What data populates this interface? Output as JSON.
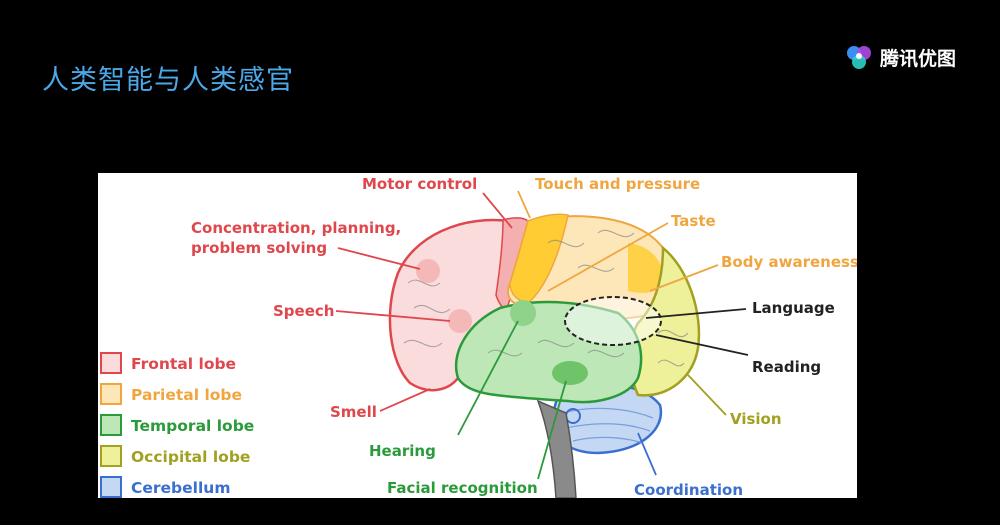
{
  "slide": {
    "title": "人类智能与人类感官",
    "brand": "腾讯优图"
  },
  "diagram": {
    "labels": {
      "motor_control": "Motor control",
      "touch": "Touch and pressure",
      "taste": "Taste",
      "body_awareness": "Body awareness",
      "concentration_line1": "Concentration, planning,",
      "concentration_line2": "problem solving",
      "speech": "Speech",
      "language": "Language",
      "reading": "Reading",
      "smell": "Smell",
      "vision": "Vision",
      "hearing": "Hearing",
      "facial_recognition": "Facial recognition",
      "coordination": "Coordination"
    },
    "legend": [
      {
        "label": "Frontal lobe",
        "color": "#e0474c",
        "fill": "#fbdcdc"
      },
      {
        "label": "Parietal lobe",
        "color": "#f0a640",
        "fill": "#fde6b8"
      },
      {
        "label": "Temporal lobe",
        "color": "#2a9a3a",
        "fill": "#bde7b6"
      },
      {
        "label": "Occipital  lobe",
        "color": "#a2a020",
        "fill": "#eef09a"
      },
      {
        "label": "Cerebellum",
        "color": "#3a6fcf",
        "fill": "#c4d8f4"
      }
    ],
    "colors": {
      "frontal": "#e0474c",
      "parietal": "#f0a640",
      "temporal": "#2a9a3a",
      "occipital": "#a2a020",
      "cerebellum": "#3a6fcf",
      "neutral": "#222222"
    }
  }
}
